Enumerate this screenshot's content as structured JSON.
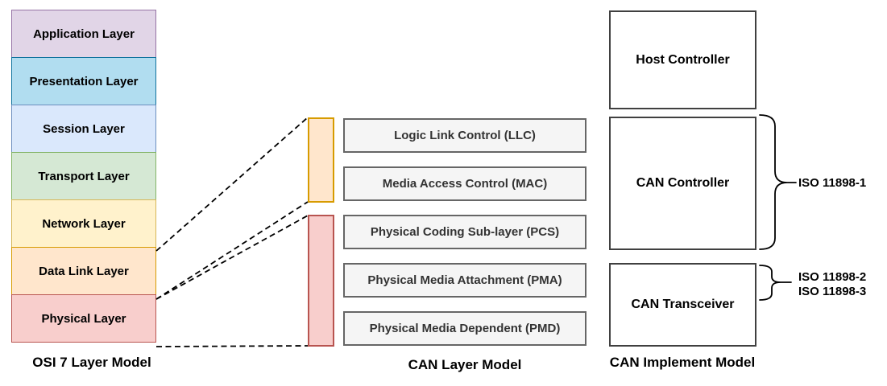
{
  "osi": {
    "caption": "OSI 7 Layer Model",
    "layers": [
      {
        "label": "Application Layer",
        "fill": "#E1D5E7",
        "stroke": "#9673A6"
      },
      {
        "label": "Presentation Layer",
        "fill": "#B1DDF0",
        "stroke": "#10739E"
      },
      {
        "label": "Session Layer",
        "fill": "#DAE8FC",
        "stroke": "#6C8EBF"
      },
      {
        "label": "Transport Layer",
        "fill": "#D5E8D4",
        "stroke": "#82B366"
      },
      {
        "label": "Network Layer",
        "fill": "#FFF2CC",
        "stroke": "#D6B656"
      },
      {
        "label": "Data Link Layer",
        "fill": "#FFE6CC",
        "stroke": "#D79B00"
      },
      {
        "label": "Physical Layer",
        "fill": "#F8CECC",
        "stroke": "#B85450"
      }
    ]
  },
  "mapping": {
    "datalink_bar": {
      "fill": "#FFE6CC",
      "stroke": "#D79B00"
    },
    "physical_bar": {
      "fill": "#F8CECC",
      "stroke": "#B85450"
    },
    "dash_color": "#000000"
  },
  "can_layer": {
    "caption": "CAN Layer Model",
    "box_fill": "#F5F5F5",
    "box_stroke": "#666666",
    "boxes": [
      {
        "label": "Logic Link Control (LLC)"
      },
      {
        "label": "Media Access Control (MAC)"
      },
      {
        "label": "Physical Coding Sub-layer (PCS)"
      },
      {
        "label": "Physical Media Attachment (PMA)"
      },
      {
        "label": "Physical Media Dependent (PMD)"
      }
    ]
  },
  "can_implement": {
    "caption": "CAN Implement Model",
    "box_stroke": "#404040",
    "boxes": [
      {
        "label": "Host Controller"
      },
      {
        "label": "CAN Controller"
      },
      {
        "label": "CAN Transceiver"
      }
    ],
    "iso": {
      "controller": "ISO 11898-1",
      "transceiver_1": "ISO 11898-2",
      "transceiver_2": "ISO 11898-3"
    }
  }
}
